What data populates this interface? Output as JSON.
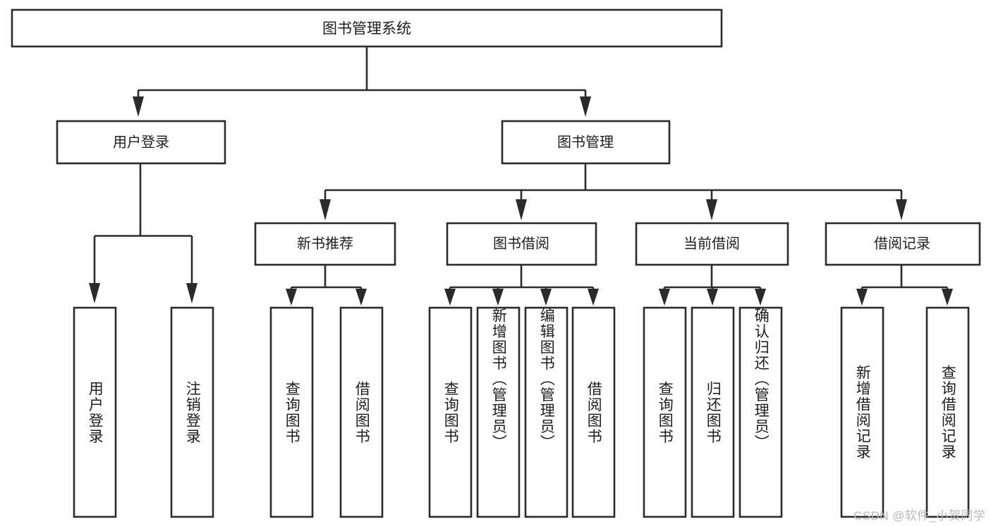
{
  "diagram": {
    "title": "图书管理系统",
    "type": "tree",
    "root": {
      "id": "root",
      "label": "图书管理系统",
      "orientation": "horizontal"
    },
    "level2": [
      {
        "id": "user-login",
        "label": "用户登录",
        "orientation": "horizontal"
      },
      {
        "id": "book-manage",
        "label": "图书管理",
        "orientation": "horizontal"
      }
    ],
    "level3": [
      {
        "id": "new-book-rec",
        "label": "新书推荐",
        "parent": "book-manage",
        "orientation": "horizontal"
      },
      {
        "id": "book-borrow",
        "label": "图书借阅",
        "parent": "book-manage",
        "orientation": "horizontal"
      },
      {
        "id": "current-borrow",
        "label": "当前借阅",
        "parent": "book-manage",
        "orientation": "horizontal"
      },
      {
        "id": "borrow-record",
        "label": "借阅记录",
        "parent": "book-manage",
        "orientation": "horizontal"
      }
    ],
    "leaves": [
      {
        "id": "leaf-user-login",
        "label": "用户登录",
        "parent": "user-login",
        "orientation": "vertical"
      },
      {
        "id": "leaf-user-logout",
        "label": "注销登录",
        "parent": "user-login",
        "orientation": "vertical"
      },
      {
        "id": "leaf-query-book-1",
        "label": "查询图书",
        "parent": "new-book-rec",
        "orientation": "vertical"
      },
      {
        "id": "leaf-borrow-book-1",
        "label": "借阅图书",
        "parent": "new-book-rec",
        "orientation": "vertical"
      },
      {
        "id": "leaf-query-book-2",
        "label": "查询图书",
        "parent": "book-borrow",
        "orientation": "vertical"
      },
      {
        "id": "leaf-add-book",
        "label": "新增图书（管理员）",
        "parent": "book-borrow",
        "orientation": "vertical"
      },
      {
        "id": "leaf-edit-book",
        "label": "编辑图书（管理员）",
        "parent": "book-borrow",
        "orientation": "vertical"
      },
      {
        "id": "leaf-borrow-book-2",
        "label": "借阅图书",
        "parent": "book-borrow",
        "orientation": "vertical"
      },
      {
        "id": "leaf-query-book-3",
        "label": "查询图书",
        "parent": "current-borrow",
        "orientation": "vertical"
      },
      {
        "id": "leaf-return-book",
        "label": "归还图书",
        "parent": "current-borrow",
        "orientation": "vertical"
      },
      {
        "id": "leaf-confirm-return",
        "label": "确认归还（管理员）",
        "parent": "current-borrow",
        "orientation": "vertical"
      },
      {
        "id": "leaf-add-record",
        "label": "新增借阅记录",
        "parent": "borrow-record",
        "orientation": "vertical"
      },
      {
        "id": "leaf-query-record",
        "label": "查询借阅记录",
        "parent": "borrow-record",
        "orientation": "vertical"
      }
    ]
  },
  "watermark": {
    "text": "CSDN @软件_小贺同学"
  },
  "colors": {
    "stroke": "#2b2b2b",
    "fill": "#ffffff",
    "text": "#1d1d1d",
    "watermark": "#b9b9b9"
  }
}
